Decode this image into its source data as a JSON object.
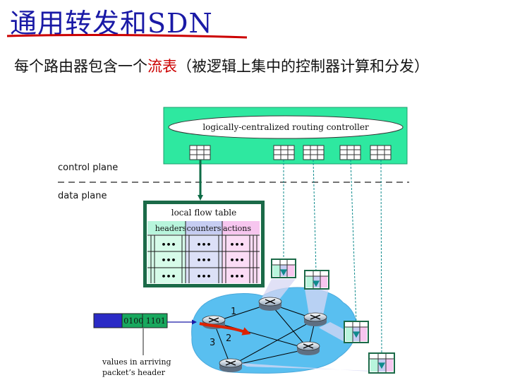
{
  "title": "通用转发和SDN",
  "subtitle": {
    "before": "每个路由器包含一个",
    "highlight": "流表",
    "after": "（被逻辑上集中的控制器计算和分发）"
  },
  "controller_label": "logically-centralized routing controller",
  "control_plane_label": "control plane",
  "data_plane_label": "data plane",
  "flow_table": {
    "title": "local flow table",
    "headers": [
      "headers",
      "counters",
      "actions"
    ],
    "row_marker": "•••"
  },
  "packet": {
    "header_bits": "0100 1101",
    "caption_line1": "values in arriving",
    "caption_line2": "packet’s header"
  },
  "port_labels": [
    "1",
    "2",
    "3"
  ],
  "colors": {
    "title": "#1a1aa6",
    "controller_green": "#2ee8a0",
    "network_blue": "#59bff0",
    "arrow_red": "#dd2200",
    "dark_green": "#0e6b46"
  }
}
